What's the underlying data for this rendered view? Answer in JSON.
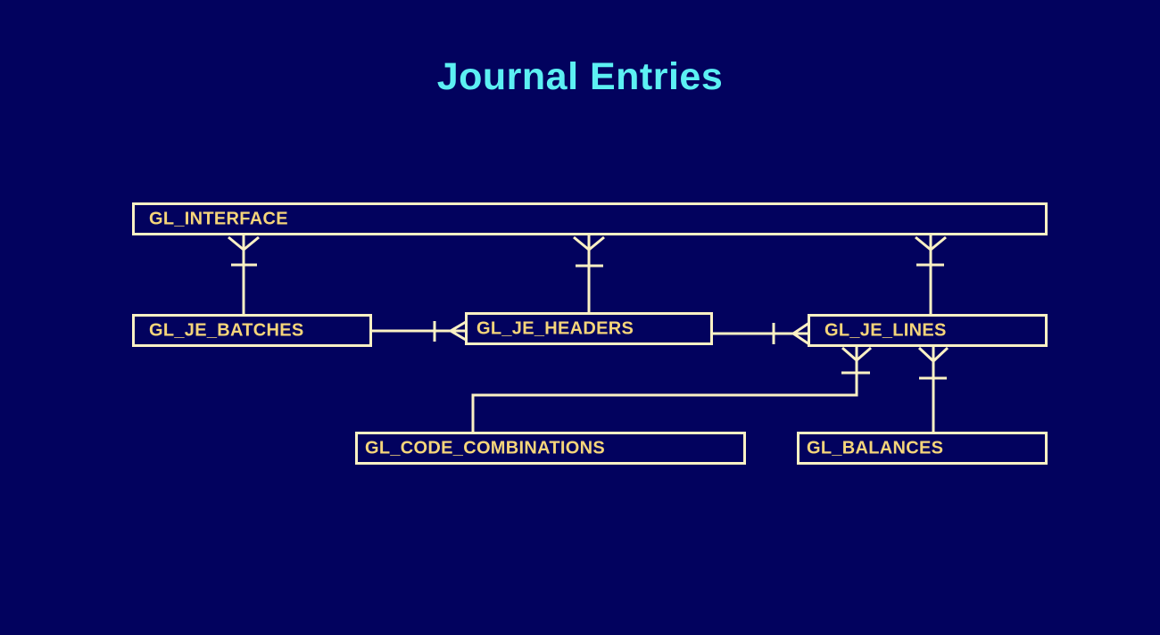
{
  "title": "Journal Entries",
  "entities": {
    "gl_interface": "GL_INTERFACE",
    "gl_je_batches": "GL_JE_BATCHES",
    "gl_je_headers": "GL_JE_HEADERS",
    "gl_je_lines": "GL_JE_LINES",
    "gl_code_combinations": "GL_CODE_COMBINATIONS",
    "gl_balances": "GL_BALANCES"
  },
  "colors": {
    "background": "#02025e",
    "title": "#5cf0f3",
    "entity_border": "#fbf1c4",
    "entity_text": "#f5d57a"
  },
  "relationships": [
    {
      "from": "GL_JE_BATCHES",
      "to": "GL_INTERFACE",
      "cardinality": "one-to-many"
    },
    {
      "from": "GL_JE_HEADERS",
      "to": "GL_INTERFACE",
      "cardinality": "one-to-many"
    },
    {
      "from": "GL_JE_LINES",
      "to": "GL_INTERFACE",
      "cardinality": "one-to-many"
    },
    {
      "from": "GL_JE_BATCHES",
      "to": "GL_JE_HEADERS",
      "cardinality": "one-to-many"
    },
    {
      "from": "GL_JE_HEADERS",
      "to": "GL_JE_LINES",
      "cardinality": "one-to-many"
    },
    {
      "from": "GL_CODE_COMBINATIONS",
      "to": "GL_JE_LINES",
      "cardinality": "one-to-many"
    },
    {
      "from": "GL_BALANCES",
      "to": "GL_JE_LINES",
      "cardinality": "one-to-many"
    }
  ]
}
